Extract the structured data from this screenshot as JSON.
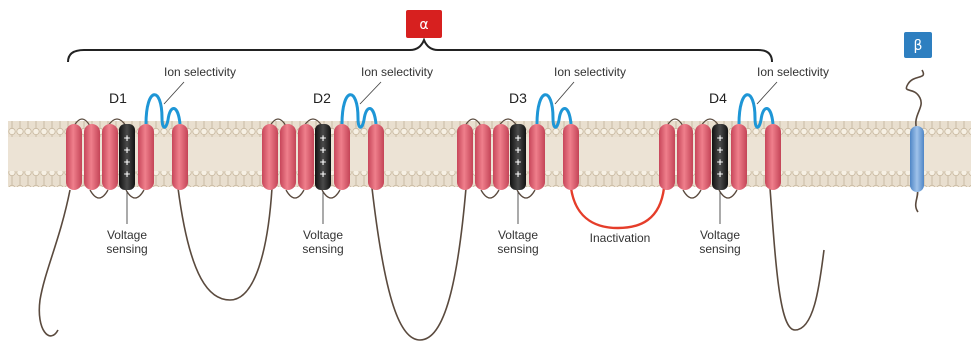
{
  "subunits": {
    "alpha": {
      "label": "α",
      "color": "#d7201f"
    },
    "beta": {
      "label": "β",
      "color": "#2e7fc0"
    }
  },
  "domains": [
    {
      "name": "D1",
      "selectivity_label": "Ion selectivity",
      "sensing_label": [
        "Voltage",
        "sensing"
      ]
    },
    {
      "name": "D2",
      "selectivity_label": "Ion selectivity",
      "sensing_label": [
        "Voltage",
        "sensing"
      ]
    },
    {
      "name": "D3",
      "selectivity_label": "Ion selectivity",
      "sensing_label": [
        "Voltage",
        "sensing"
      ]
    },
    {
      "name": "D4",
      "selectivity_label": "Ion selectivity",
      "sensing_label": [
        "Voltage",
        "sensing"
      ]
    }
  ],
  "inactivation_label": "Inactivation",
  "colors": {
    "helix": "#d9576a",
    "sensor": "#2a2a2a",
    "pore_loop": "#1e96d6",
    "inactivation_loop": "#e53d2a",
    "membrane": "#e7dccb",
    "lipid_head": "#f5efe3",
    "beta_helix": "#6f9fd8"
  }
}
